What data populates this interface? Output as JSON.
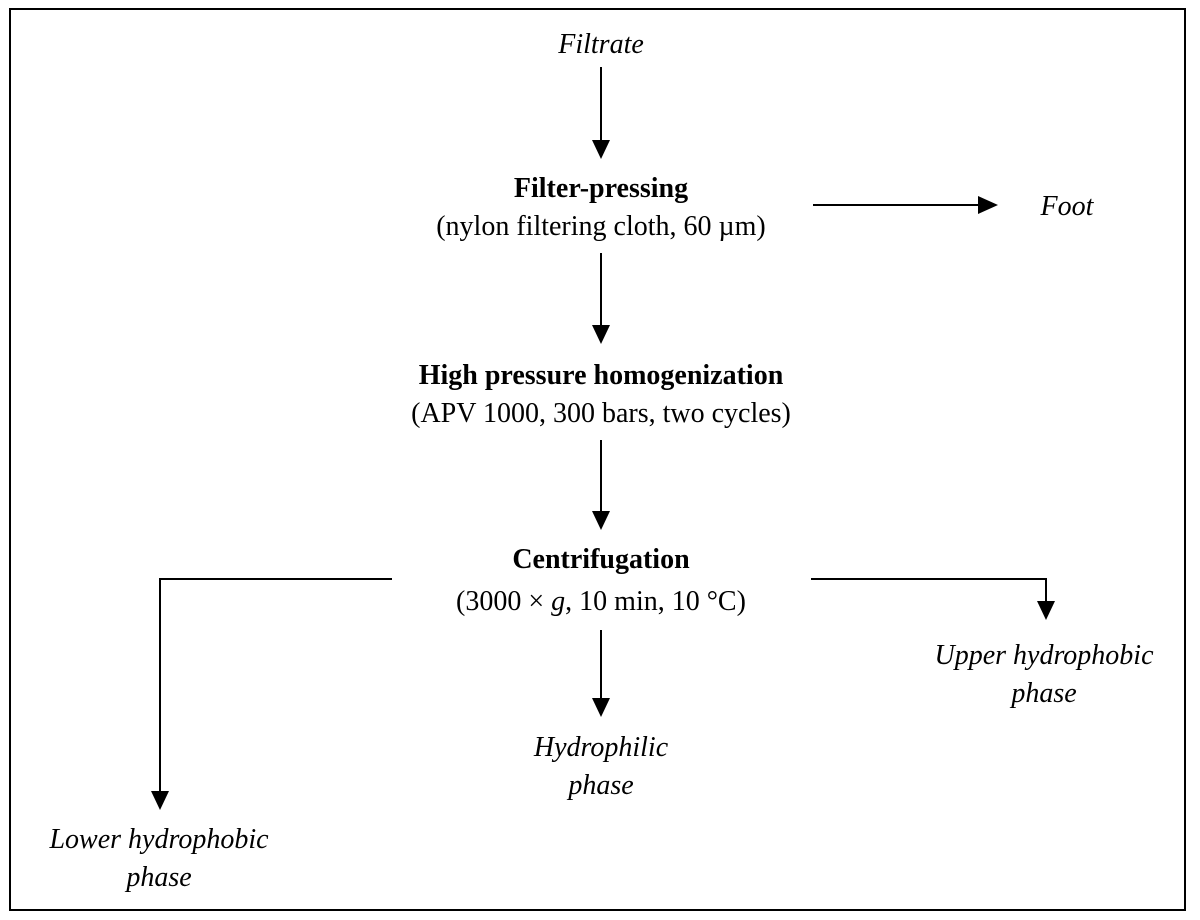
{
  "diagram": {
    "filtrate": "Filtrate",
    "filter_pressing": {
      "title": "Filter-pressing",
      "details": "(nylon filtering cloth, 60 µm)"
    },
    "foot": "Foot",
    "homogenization": {
      "title": "High pressure homogenization",
      "details": "(APV 1000, 300 bars, two cycles)"
    },
    "centrifugation": {
      "title": "Centrifugation",
      "details_prefix": "(3000 × ",
      "details_var": "g",
      "details_suffix": ", 10 min, 10 °C)"
    },
    "hydrophilic": {
      "line1": "Hydrophilic",
      "line2": "phase"
    },
    "upper_hydrophobic": {
      "line1": "Upper hydrophobic",
      "line2": "phase"
    },
    "lower_hydrophobic": {
      "line1": "Lower hydrophobic",
      "line2": "phase"
    }
  }
}
